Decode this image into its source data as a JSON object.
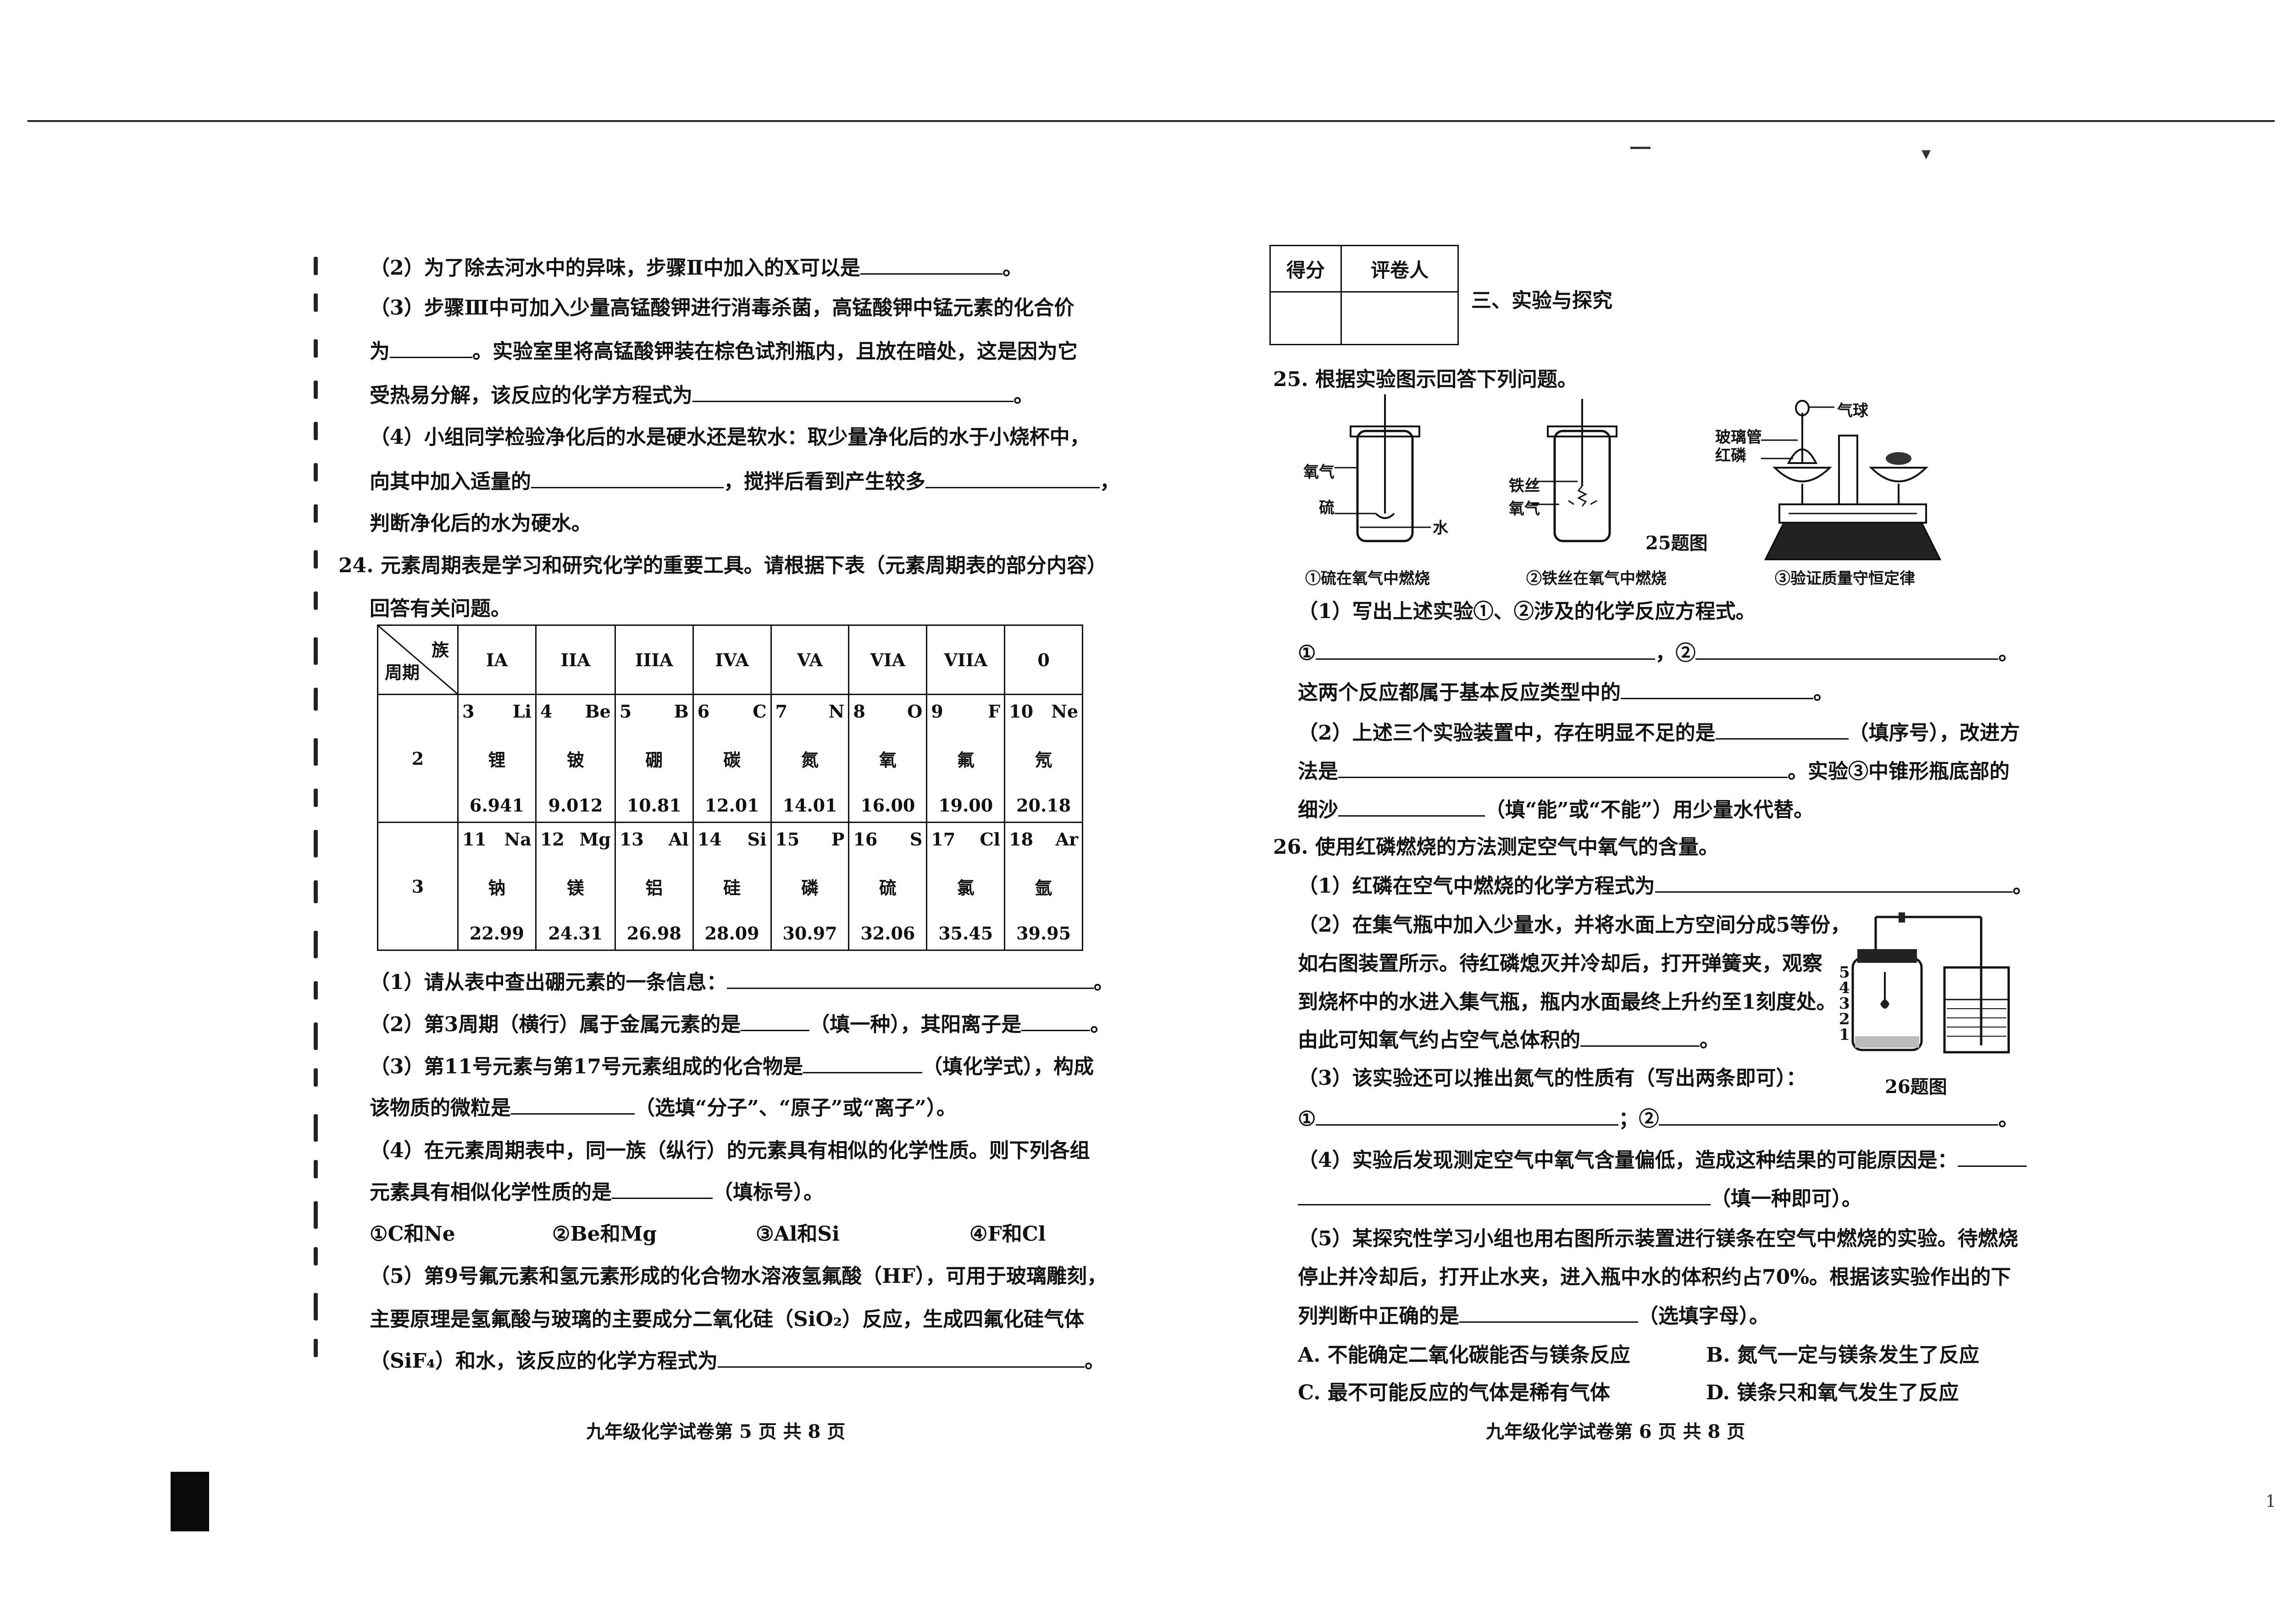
{
  "left_page": {
    "lines": [
      "（2）为了除去河水中的异味，步骤Ⅱ中加入的X可以是",
      "（3）步骤Ⅲ中可加入少量高锰酸钾进行消毒杀菌，高锰酸钾中锰元素的化合价",
      "为",
      "。实验室里将高锰酸钾装在棕色试剂瓶内，且放在暗处，这是因为它",
      "受热易分解，该反应的化学方程式为",
      "（4）小组同学检验净化后的水是硬水还是软水：取少量净化后的水于小烧杯中，",
      "向其中加入适量的",
      "，搅拌后看到产生较多",
      "判断净化后的水为硬水。",
      "24. 元素周期表是学习和研究化学的重要工具。请根据下表（元素周期表的部分内容）",
      "回答有关问题。"
    ],
    "table": {
      "corner_top": "族",
      "corner_bottom": "周期",
      "groups": [
        "IA",
        "IIA",
        "IIIA",
        "IVA",
        "VA",
        "VIA",
        "VIIA",
        "0"
      ],
      "rows": [
        {
          "period": "2",
          "elements": [
            {
              "num": "3",
              "sym": "Li",
              "name": "锂",
              "mass": "6.941"
            },
            {
              "num": "4",
              "sym": "Be",
              "name": "铍",
              "mass": "9.012"
            },
            {
              "num": "5",
              "sym": "B",
              "name": "硼",
              "mass": "10.81"
            },
            {
              "num": "6",
              "sym": "C",
              "name": "碳",
              "mass": "12.01"
            },
            {
              "num": "7",
              "sym": "N",
              "name": "氮",
              "mass": "14.01"
            },
            {
              "num": "8",
              "sym": "O",
              "name": "氧",
              "mass": "16.00"
            },
            {
              "num": "9",
              "sym": "F",
              "name": "氟",
              "mass": "19.00"
            },
            {
              "num": "10",
              "sym": "Ne",
              "name": "氖",
              "mass": "20.18"
            }
          ]
        },
        {
          "period": "3",
          "elements": [
            {
              "num": "11",
              "sym": "Na",
              "name": "钠",
              "mass": "22.99"
            },
            {
              "num": "12",
              "sym": "Mg",
              "name": "镁",
              "mass": "24.31"
            },
            {
              "num": "13",
              "sym": "Al",
              "name": "铝",
              "mass": "26.98"
            },
            {
              "num": "14",
              "sym": "Si",
              "name": "硅",
              "mass": "28.09"
            },
            {
              "num": "15",
              "sym": "P",
              "name": "磷",
              "mass": "30.97"
            },
            {
              "num": "16",
              "sym": "S",
              "name": "硫",
              "mass": "32.06"
            },
            {
              "num": "17",
              "sym": "Cl",
              "name": "氯",
              "mass": "35.45"
            },
            {
              "num": "18",
              "sym": "Ar",
              "name": "氩",
              "mass": "39.95"
            }
          ]
        }
      ]
    },
    "q_lines": [
      "（1）请从表中查出硼元素的一条信息：",
      "（2）第3周期（横行）属于金属元素的是",
      "（填一种），其阳离子是",
      "（3）第11号元素与第17号元素组成的化合物是",
      "（填化学式），构成",
      "该物质的微粒是",
      "（选填“分子”、“原子”或“离子”）。",
      "（4）在元素周期表中，同一族（纵行）的元素具有相似的化学性质。则下列各组",
      "元素具有相似化学性质的是",
      "（填标号）。",
      "①C和Ne",
      "②Be和Mg",
      "③Al和Si",
      "④F和Cl",
      "（5）第9号氟元素和氢元素形成的化合物水溶液氢氟酸（HF），可用于玻璃雕刻，",
      "主要原理是氢氟酸与玻璃的主要成分二氧化硅（SiO₂）反应，生成四氟化硅气体",
      "（SiF₄）和水，该反应的化学方程式为"
    ],
    "footer": "九年级化学试卷第 5 页 共 8 页"
  },
  "right_page": {
    "score_header": [
      "得分",
      "评卷人"
    ],
    "section_title": "三、实验与探究",
    "q25_title": "25. 根据实验图示回答下列问题。",
    "fig25_labels": {
      "oxygen1": "氧气",
      "sulfur": "硫",
      "water": "水",
      "iron_wire": "铁丝",
      "oxygen2": "氧气",
      "glass_tube": "玻璃管",
      "red_phosphorus": "红磷",
      "balloon": "气球",
      "fig_title": "25题图"
    },
    "fig25_captions": [
      "①硫在氧气中燃烧",
      "②铁丝在氧气中燃烧",
      "③验证质量守恒定律"
    ],
    "q25_lines": [
      "（1）写出上述实验①、②涉及的化学反应方程式。",
      "①",
      "，②",
      "这两个反应都属于基本反应类型中的",
      "（2）上述三个实验装置中，存在明显不足的是",
      "（填序号），改进方",
      "法是",
      "。实验③中锥形瓶底部的",
      "细沙",
      "（填“能”或“不能”）用少量水代替。"
    ],
    "q26_lines": [
      "26. 使用红磷燃烧的方法测定空气中氧气的含量。",
      "（1）红磷在空气中燃烧的化学方程式为",
      "（2）在集气瓶中加入少量水，并将水面上方空间分成5等份，",
      "如右图装置所示。待红磷熄灭并冷却后，打开弹簧夹，观察",
      "到烧杯中的水进入集气瓶，瓶内水面最终上升约至1刻度处。",
      "由此可知氧气约占空气总体积的",
      "（3）该实验还可以推出氮气的性质有（写出两条即可）：",
      "①",
      "；②",
      "（4）实验后发现测定空气中氧气含量偏低，造成这种结果的可能原因是：",
      "（填一种即可）。",
      "（5）某探究性学习小组也用右图所示装置进行镁条在空气中燃烧的实验。待燃烧",
      "停止并冷却后，打开止水夹，进入瓶中水的体积约占70%。根据该实验作出的下",
      "列判断中正确的是",
      "（选填字母）。"
    ],
    "fig26_title": "26题图",
    "fig26_scale": [
      "5",
      "4",
      "3",
      "2",
      "1"
    ],
    "options": [
      "A. 不能确定二氧化碳能否与镁条反应",
      "B. 氮气一定与镁条发生了反应",
      "C. 最不可能反应的气体是稀有气体",
      "D. 镁条只和氧气发生了反应"
    ],
    "footer": "九年级化学试卷第 6 页 共 8 页"
  },
  "punct": {
    "period": "。",
    "comma": "，"
  },
  "margin_mark": "1"
}
